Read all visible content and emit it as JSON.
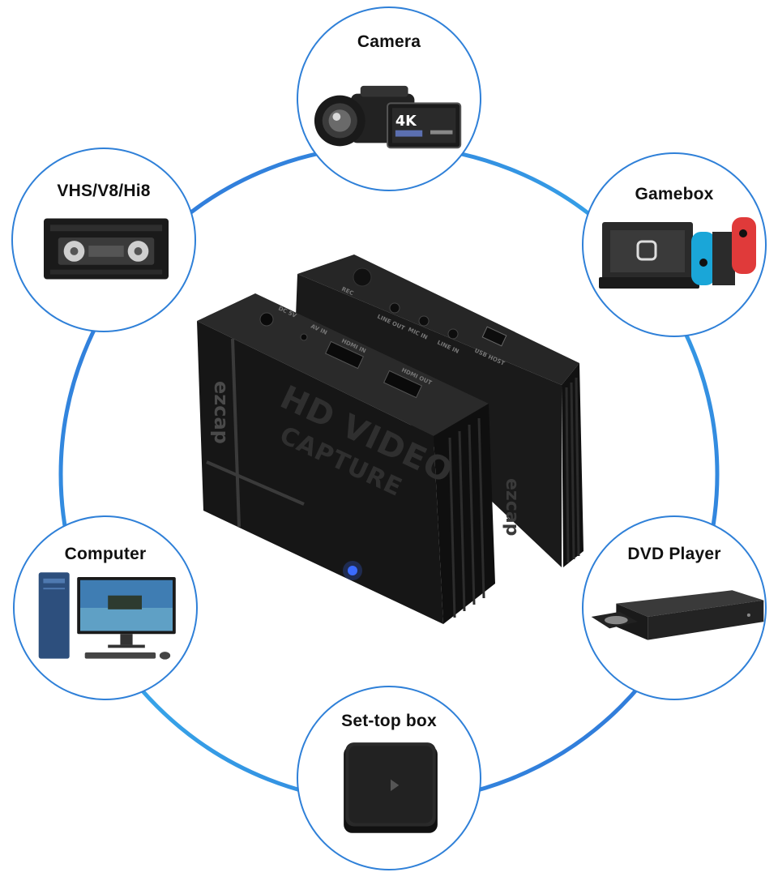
{
  "colors": {
    "ring": "#2f80d8",
    "ring_light": "#3aa0ea",
    "device": "#141414"
  },
  "devices": [
    {
      "id": "camera",
      "label": "Camera",
      "icon": "camcorder-icon"
    },
    {
      "id": "gamebox",
      "label": "Gamebox",
      "icon": "game-console-icon"
    },
    {
      "id": "dvd",
      "label": "DVD Player",
      "icon": "dvd-player-icon"
    },
    {
      "id": "settop",
      "label": "Set-top box",
      "icon": "set-top-box-icon"
    },
    {
      "id": "computer",
      "label": "Computer",
      "icon": "desktop-computer-icon"
    },
    {
      "id": "vhs",
      "label": "VHS/V8/Hi8",
      "icon": "vhs-tape-icon"
    }
  ],
  "camera_badge": {
    "resolution": "4K"
  },
  "capture_box": {
    "brand": "ezcap",
    "line1": "HD VIDEO",
    "line2": "CAPTURE",
    "ports_front": [
      "DC 5V",
      "AV IN",
      "HDMI IN",
      "HDMI OUT"
    ],
    "ports_back": [
      "REC",
      "LINE OUT",
      "MIC IN",
      "LINE IN",
      "USB HOST"
    ]
  }
}
